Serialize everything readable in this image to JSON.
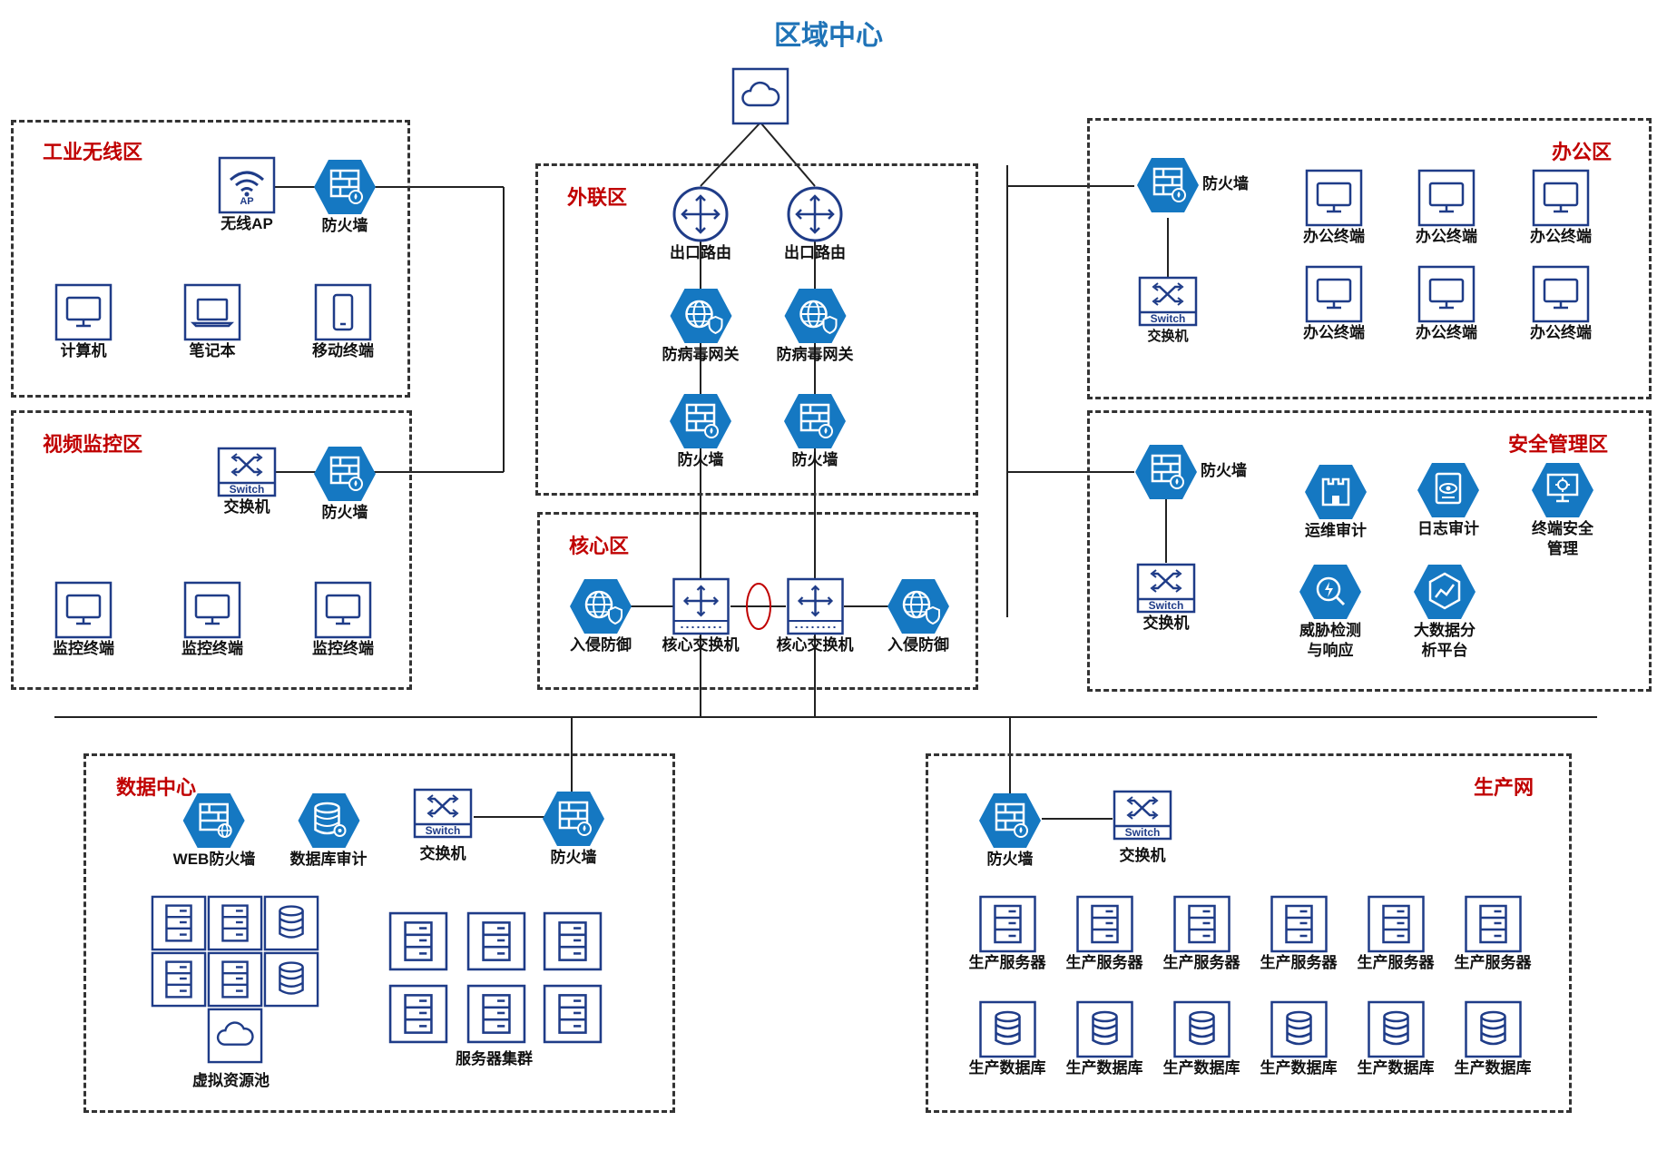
{
  "title": "区域中心",
  "zones": {
    "wireless": "工业无线区",
    "video": "视频监控区",
    "external": "外联区",
    "core": "核心区",
    "office": "办公区",
    "security": "安全管理区",
    "datacenter": "数据中心",
    "production": "生产网"
  },
  "labels": {
    "wireless_ap": "无线AP",
    "firewall": "防火墙",
    "computer": "计算机",
    "laptop": "笔记本",
    "mobile": "移动终端",
    "switch": "交换机",
    "monitor_terminal": "监控终端",
    "egress_router": "出口路由",
    "antivirus_gateway": "防病毒网关",
    "ips": "入侵防御",
    "core_switch": "核心交换机",
    "office_terminal": "办公终端",
    "ops_audit": "运维审计",
    "log_audit": "日志审计",
    "endpoint_security_1": "终端安全",
    "endpoint_security_2": "管理",
    "threat_1": "威胁检测",
    "threat_2": "与响应",
    "bigdata_1": "大数据分",
    "bigdata_2": "析平台",
    "web_firewall": "WEB防火墙",
    "db_audit": "数据库审计",
    "virtual_pool": "虚拟资源池",
    "server_cluster": "服务器集群",
    "prod_server": "生产服务器",
    "prod_db": "生产数据库",
    "switch_tag": "Switch",
    "ap_tag": "AP"
  },
  "colors": {
    "zone_title": "#c00000",
    "main_title": "#1f73b7",
    "icon_hex": "#1578c2",
    "icon_line": "#1f3c88"
  }
}
